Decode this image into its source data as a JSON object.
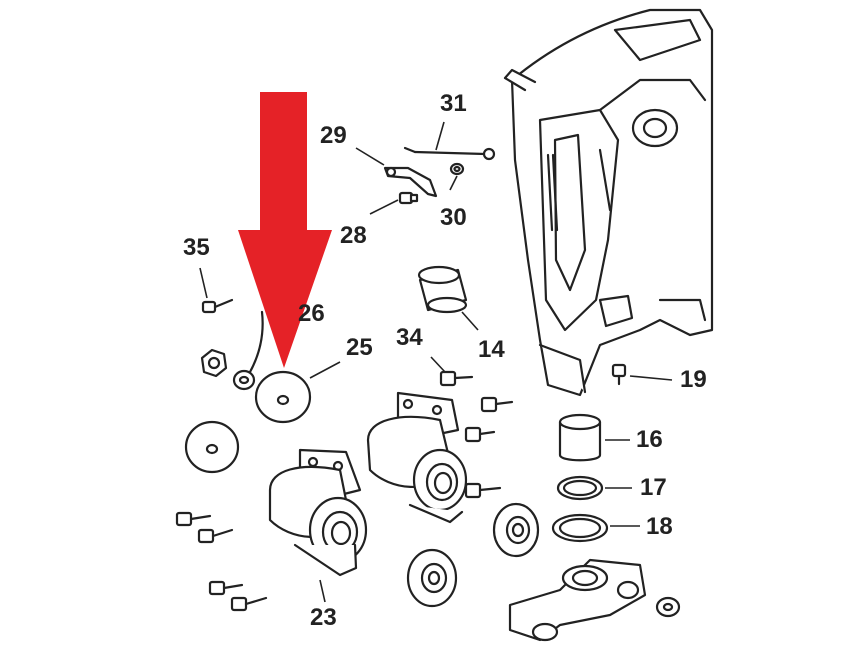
{
  "labels": {
    "p14": "14",
    "p16": "16",
    "p17": "17",
    "p18": "18",
    "p19": "19",
    "p23": "23",
    "p25": "25",
    "p26": "26",
    "p28": "28",
    "p29": "29",
    "p30": "30",
    "p31": "31",
    "p34": "34",
    "p35": "35"
  },
  "colors": {
    "arrow": "#e52227",
    "line": "#222222",
    "fill": "#ffffff"
  },
  "icons": {
    "pointer": "red-down-arrow-icon"
  }
}
